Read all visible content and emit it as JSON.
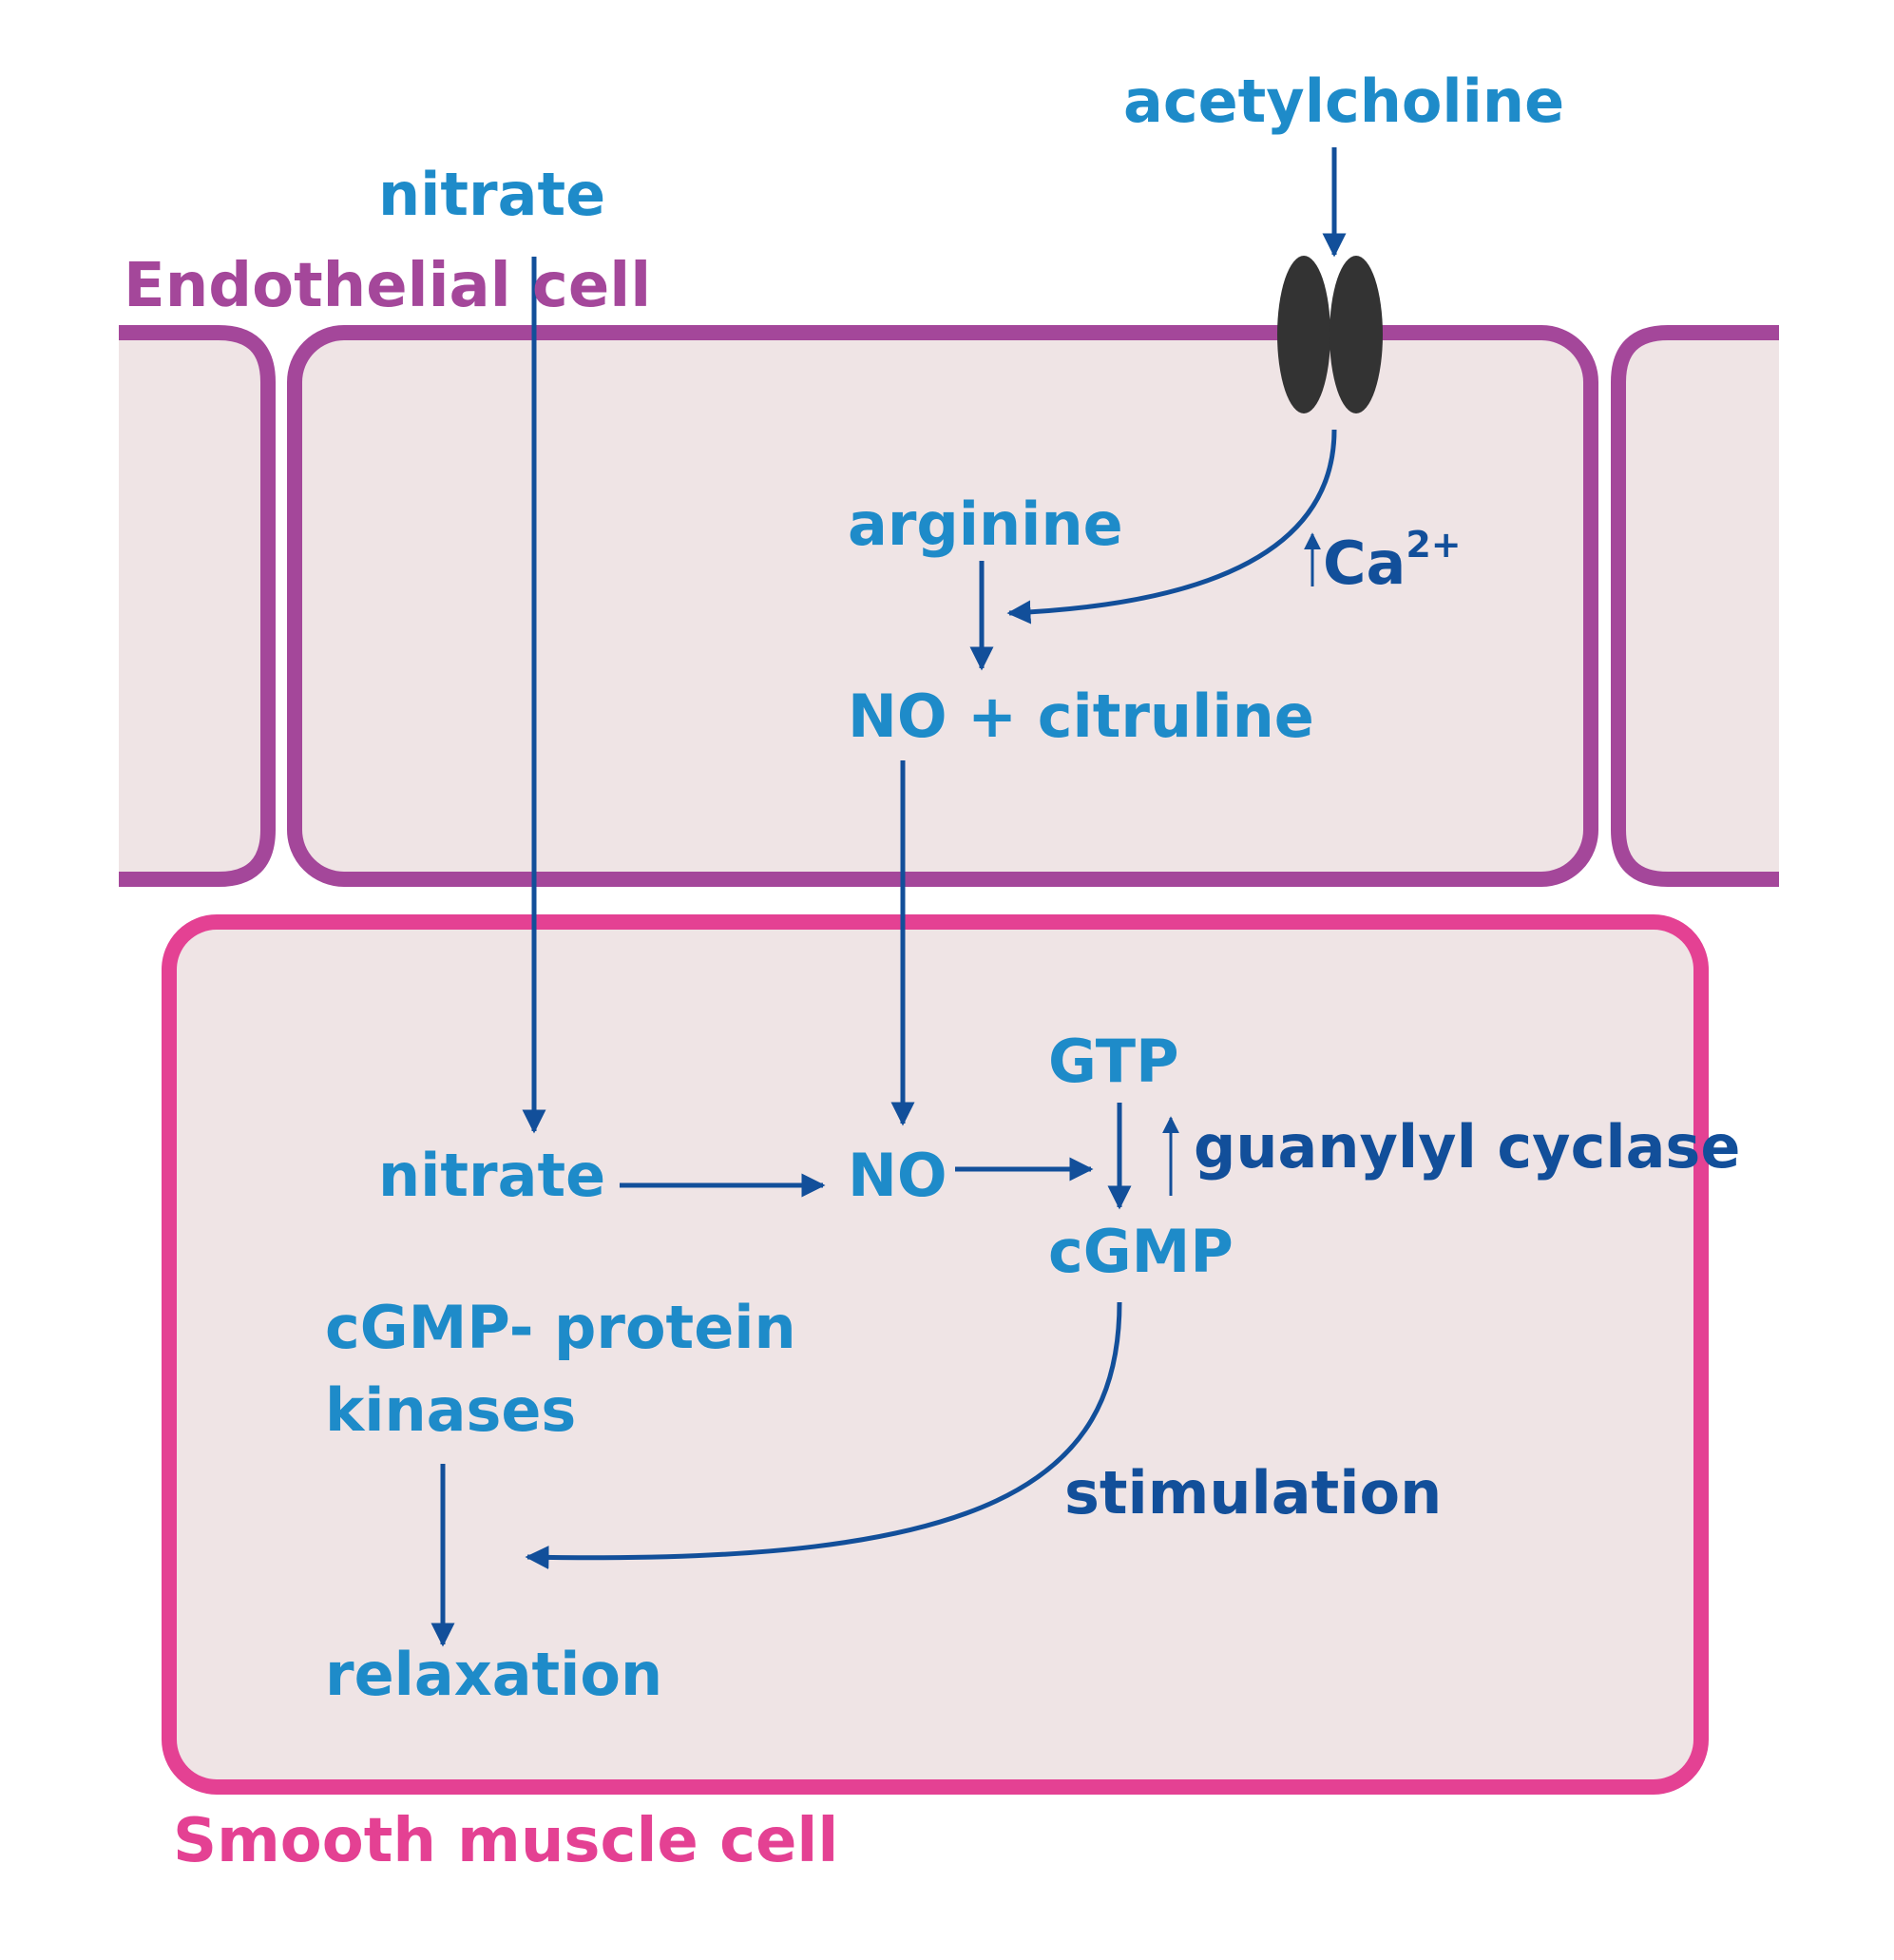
{
  "labels": {
    "acetylcholine": "acetylcholine",
    "nitrate_outside": "nitrate",
    "endothelial_cell": "Endothelial cell",
    "arginine": "arginine",
    "ca_base": "Ca",
    "ca_sup": "2+",
    "no_citruline": "NO + citruline",
    "gtp": "GTP",
    "nitrate_inside": "nitrate",
    "no": "NO",
    "guanylyl_cyclase": "guanylyl cyclase",
    "cgmp": "cGMP",
    "cgmp_protein": "cGMP- protein",
    "kinases": "kinases",
    "stimulation": "stimulation",
    "relaxation": "relaxation",
    "smooth_muscle_cell": "Smooth muscle cell"
  },
  "colors": {
    "label_light": "#1e8bc9",
    "label_dark": "#124f9a",
    "arrow": "#124f9a",
    "endothelial_border": "#a4479a",
    "smooth_muscle_border": "#e44193",
    "cell_fill": "#efe4e5",
    "channel": "#333333"
  }
}
